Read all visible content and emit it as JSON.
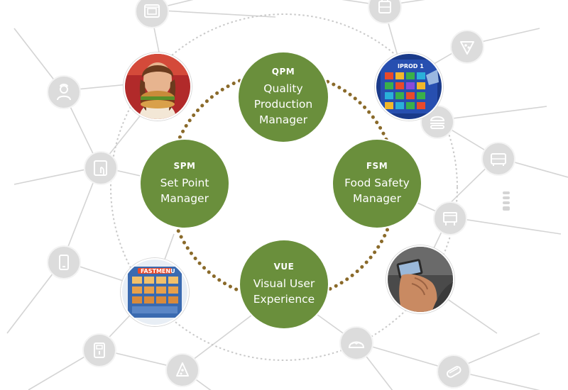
{
  "hubs": [
    {
      "abbr": "QPM",
      "line1": "Quality",
      "line2": "Production",
      "line3": "Manager"
    },
    {
      "abbr": "SPM",
      "line1": "Set Point",
      "line2": "Manager"
    },
    {
      "abbr": "FSM",
      "line1": "Food Safety",
      "line2": "Manager"
    },
    {
      "abbr": "VUE",
      "line1": "Visual User",
      "line2": "Experience"
    }
  ],
  "colors": {
    "hub": "#6a8f3c",
    "dots": "#8a6a2a",
    "lines": "#d4d4d4",
    "icon_bg": "#dcdcdc"
  },
  "icons": {
    "oven": "oven-icon",
    "fryer": "fryer-icon",
    "pizza": "pizza-slice-icon",
    "chef": "chef-icon",
    "burger": "burger-icon",
    "tablet": "tablet-touch-icon",
    "holding_cabinet": "holding-cabinet-icon",
    "grill": "grill-icon",
    "mobile": "mobile-phone-icon",
    "drink": "drink-machine-icon",
    "taco": "taco-icon",
    "hotdog": "hotdog-icon"
  },
  "photos": {
    "burger_eater": "woman-eating-burger-photo",
    "kitchen_display": "kitchen-display-photo",
    "menu_board": "menu-board-photo",
    "phone_user": "hands-holding-phone-photo"
  }
}
